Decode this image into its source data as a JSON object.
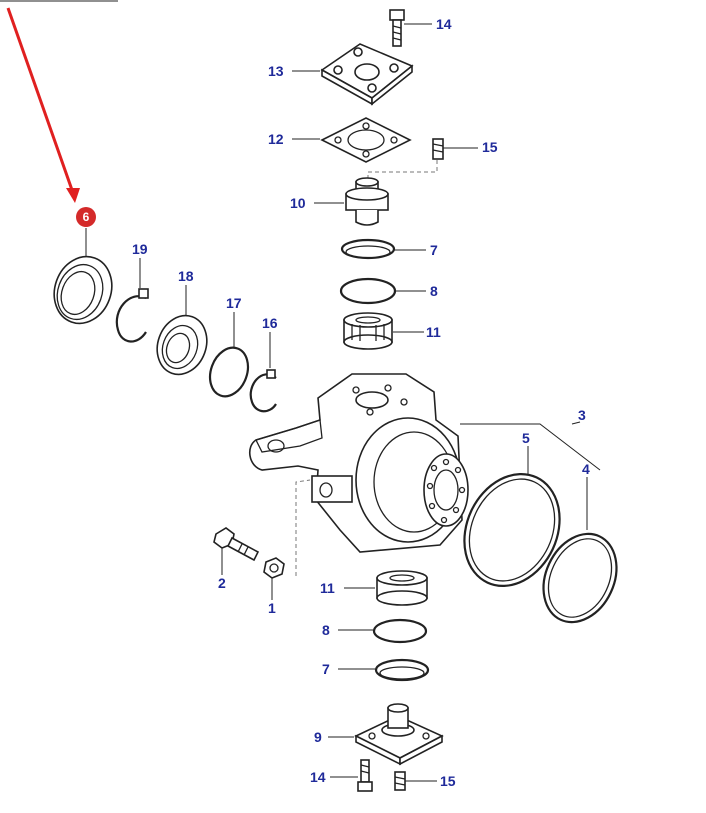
{
  "colors": {
    "label": "#1f2a9a",
    "line": "#222222",
    "highlight_arrow": "#e02020",
    "highlight_badge": "#d42a2a"
  },
  "highlight": {
    "label": "6"
  },
  "callouts": {
    "c14_top": "14",
    "c13": "13",
    "c12": "12",
    "c15_top": "15",
    "c10": "10",
    "c7_top": "7",
    "c8_top": "8",
    "c11_top": "11",
    "c19": "19",
    "c18": "18",
    "c17": "17",
    "c16": "16",
    "c3": "3",
    "c5": "5",
    "c4": "4",
    "c2": "2",
    "c1": "1",
    "c11_bottom": "11",
    "c8_bottom": "8",
    "c7_bottom": "7",
    "c9": "9",
    "c14_bottom": "14",
    "c15_bottom": "15"
  }
}
